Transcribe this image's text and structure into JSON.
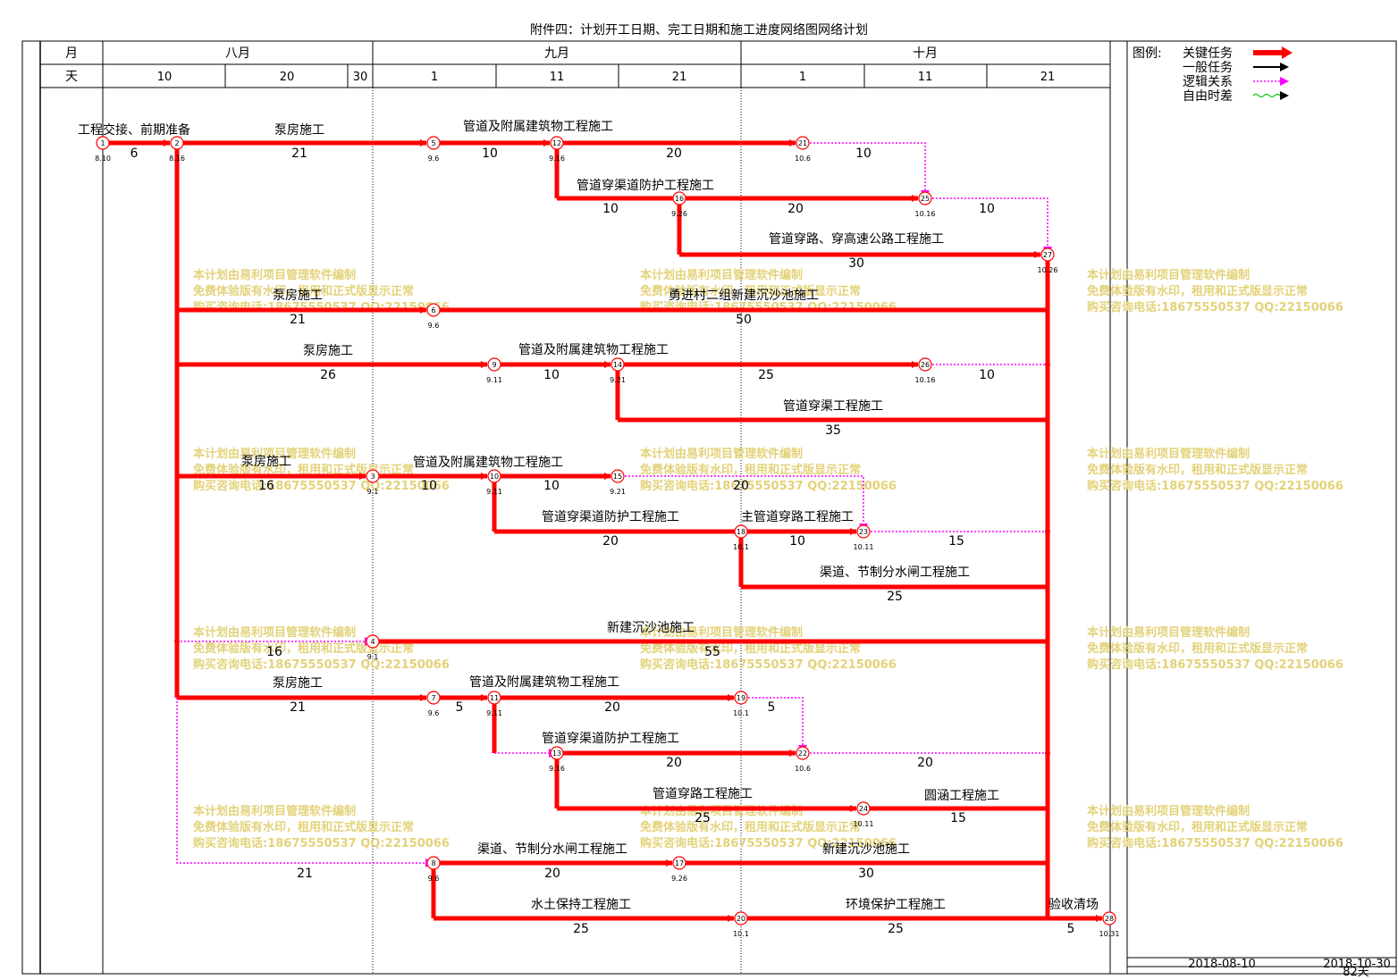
{
  "title": "附件四：计划开工日期、完工日期和施工进度网络图网络计划",
  "header": {
    "month_label": "月",
    "day_label": "天",
    "months": [
      "八月",
      "九月",
      "十月"
    ],
    "days": [
      "10",
      "20",
      "30",
      "1",
      "11",
      "21",
      "1",
      "11",
      "21"
    ]
  },
  "legend": {
    "title": "图例:",
    "items": [
      {
        "label": "关键任务",
        "color": "#ff0000"
      },
      {
        "label": "一般任务",
        "color": "#000000"
      },
      {
        "label": "逻辑关系",
        "color": "#ff00ff"
      },
      {
        "label": "自由时差",
        "color": "#00cc00"
      }
    ]
  },
  "footer": {
    "start_date": "2018-08-10",
    "end_date": "2018-10-30",
    "total": "82天"
  },
  "watermark": [
    "本计划由易利项目管理软件编制",
    "免费体验版有水印，租用和正式版显示正常",
    "购买咨询电话:18675550537 QQ:22150066"
  ],
  "colors": {
    "critical": "#ff0000",
    "logic": "#ff00ff",
    "watermark": "#e3d27a"
  },
  "nodes": [
    {
      "id": "1",
      "date": "8.10"
    },
    {
      "id": "2",
      "date": "8.16"
    },
    {
      "id": "3",
      "date": "9.1"
    },
    {
      "id": "4",
      "date": "9.1"
    },
    {
      "id": "5",
      "date": "9.6"
    },
    {
      "id": "6",
      "date": "9.6"
    },
    {
      "id": "7",
      "date": "9.6"
    },
    {
      "id": "8",
      "date": "9.6"
    },
    {
      "id": "9",
      "date": "9.11"
    },
    {
      "id": "10",
      "date": "9.11"
    },
    {
      "id": "11",
      "date": "9.11"
    },
    {
      "id": "12",
      "date": "9.16"
    },
    {
      "id": "13",
      "date": "9.16"
    },
    {
      "id": "14",
      "date": "9.21"
    },
    {
      "id": "15",
      "date": "9.21"
    },
    {
      "id": "16",
      "date": "9.26"
    },
    {
      "id": "17",
      "date": "9.26"
    },
    {
      "id": "18",
      "date": "10.1"
    },
    {
      "id": "19",
      "date": "10.1"
    },
    {
      "id": "20",
      "date": "10.1"
    },
    {
      "id": "21",
      "date": "10.6"
    },
    {
      "id": "22",
      "date": "10.6"
    },
    {
      "id": "23",
      "date": "10.11"
    },
    {
      "id": "24",
      "date": "10.11"
    },
    {
      "id": "25",
      "date": "10.16"
    },
    {
      "id": "26",
      "date": "10.16"
    },
    {
      "id": "27",
      "date": "10.26"
    },
    {
      "id": "28",
      "date": "10.31"
    }
  ],
  "tasks": [
    {
      "name": "工程交接、前期准备",
      "duration": "6"
    },
    {
      "name": "泵房施工",
      "duration": "21"
    },
    {
      "name": "管道及附属建筑物工程施工",
      "duration": "10"
    },
    {
      "name": "",
      "duration": "20"
    },
    {
      "name": "管道穿渠道防护工程施工",
      "duration": "10"
    },
    {
      "name": "",
      "duration": "20"
    },
    {
      "name": "管道穿路、穿高速公路工程施工",
      "duration": "30"
    },
    {
      "name": "泵房施工",
      "duration": "21"
    },
    {
      "name": "勇进村二组新建沉沙池施工",
      "duration": "50"
    },
    {
      "name": "泵房施工",
      "duration": "26"
    },
    {
      "name": "管道及附属建筑物工程施工",
      "duration": "10"
    },
    {
      "name": "",
      "duration": "25"
    },
    {
      "name": "管道穿渠工程施工",
      "duration": "35"
    },
    {
      "name": "泵房施工",
      "duration": "16"
    },
    {
      "name": "管道及附属建筑物工程施工",
      "duration": "10"
    },
    {
      "name": "",
      "duration": "10"
    },
    {
      "name": "管道穿渠道防护工程施工",
      "duration": "20"
    },
    {
      "name": "主管道穿路工程施工",
      "duration": "10"
    },
    {
      "name": "渠道、节制分水闸工程施工",
      "duration": "25"
    },
    {
      "name": "新建沉沙池施工",
      "duration": "55"
    },
    {
      "name": "泵房施工",
      "duration": "21"
    },
    {
      "name": "",
      "duration": "5"
    },
    {
      "name": "管道及附属建筑物工程施工",
      "duration": "20"
    },
    {
      "name": "管道穿渠道防护工程施工",
      "duration": "20"
    },
    {
      "name": "管道穿路工程施工",
      "duration": "25"
    },
    {
      "name": "圆涵工程施工",
      "duration": "15"
    },
    {
      "name": "渠道、节制分水闸工程施工",
      "duration": "20"
    },
    {
      "name": "新建沉沙池施工",
      "duration": "30"
    },
    {
      "name": "水土保持工程施工",
      "duration": "25"
    },
    {
      "name": "环境保护工程施工",
      "duration": "25"
    },
    {
      "name": "验收清场",
      "duration": "5"
    }
  ],
  "logic": [
    {
      "duration": "10"
    },
    {
      "duration": "10"
    },
    {
      "duration": "10"
    },
    {
      "duration": "20"
    },
    {
      "duration": "15"
    },
    {
      "duration": "16"
    },
    {
      "duration": "5"
    },
    {
      "duration": "20"
    },
    {
      "duration": "21"
    },
    {
      "duration": "5"
    }
  ]
}
